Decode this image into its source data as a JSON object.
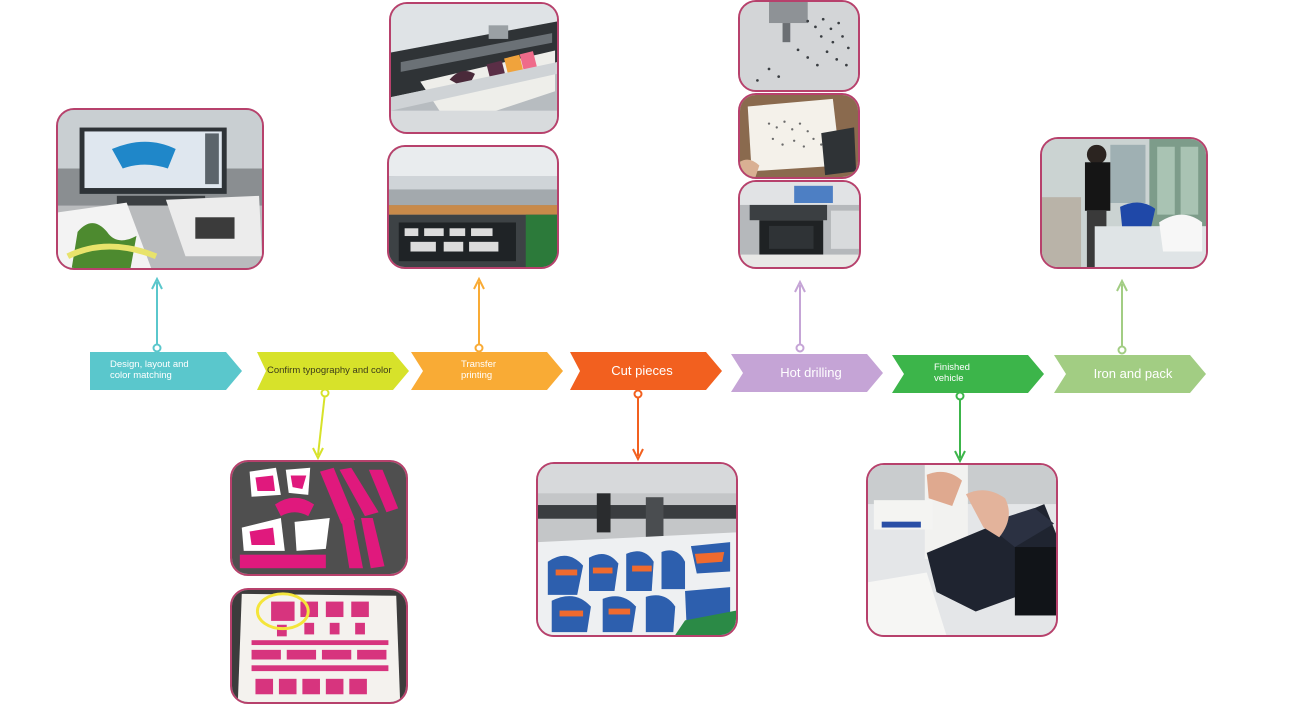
{
  "steps": [
    {
      "label": "Design, layout and color matching",
      "color": "#5ac7cc",
      "text_color": "#ffffff"
    },
    {
      "label": "Confirm typography and color",
      "color": "#d7e22a",
      "text_color": "#3c3c1a"
    },
    {
      "label": "Transfer printing",
      "color": "#f9ab35",
      "text_color": "#ffffff"
    },
    {
      "label": "Cut pieces",
      "color": "#f2601f",
      "text_color": "#ffffff"
    },
    {
      "label": "Hot drilling",
      "color": "#c5a4d6",
      "text_color": "#ffffff"
    },
    {
      "label": "Finished vehicle",
      "color": "#3cb54a",
      "text_color": "#ffffff"
    },
    {
      "label": "Iron and pack",
      "color": "#a2cd83",
      "text_color": "#ffffff"
    }
  ],
  "photo_border_color": "#b7416c",
  "photos": [
    {
      "name": "photo-design-computer",
      "subject": "computer-design"
    },
    {
      "name": "photo-typography-layout",
      "subject": "pink-layout"
    },
    {
      "name": "photo-color-sample-sheet",
      "subject": "sample-sheet"
    },
    {
      "name": "photo-transfer-printer",
      "subject": "printer"
    },
    {
      "name": "photo-transfer-press",
      "subject": "transfer-press"
    },
    {
      "name": "photo-laser-cutting",
      "subject": "laser-cutting"
    },
    {
      "name": "photo-drilling-template",
      "subject": "drill-template"
    },
    {
      "name": "photo-rhinestone-board",
      "subject": "rhinestone-board"
    },
    {
      "name": "photo-heat-press",
      "subject": "heat-press"
    },
    {
      "name": "photo-sewing-machine",
      "subject": "sewing"
    },
    {
      "name": "photo-ironing-packing",
      "subject": "ironing"
    }
  ]
}
